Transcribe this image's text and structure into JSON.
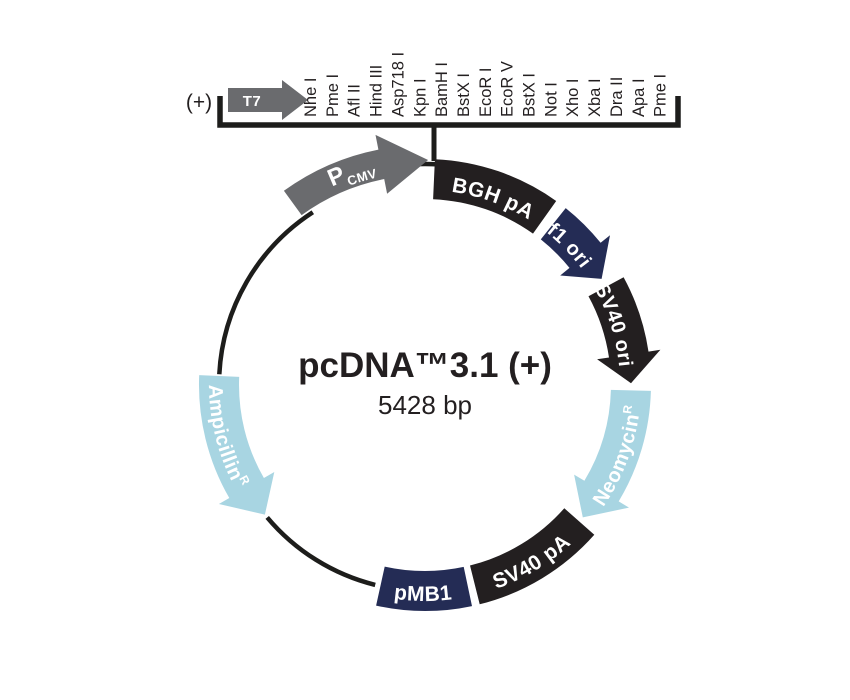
{
  "figure": {
    "title": "pcDNA™3.1 (+)",
    "subtitle": "5428 bp"
  },
  "colors": {
    "black": "#231f20",
    "navy": "#242c55",
    "light_blue": "#a8d5e2",
    "gray": "#6a6b6e",
    "line": "#1d1d1b",
    "white": "#ffffff"
  },
  "mcs": {
    "strand_label": "(+)",
    "promoter_label": "T7",
    "enzymes": [
      "Nhe I",
      "Pme I",
      "Afl II",
      "Hind III",
      "Asp718 I",
      "Kpn I",
      "BamH I",
      "BstX I",
      "EcoR I",
      "EcoR V",
      "BstX I",
      "Not I",
      "Xho I",
      "Xba I",
      "Dra II",
      "Apa I",
      "Pme I"
    ]
  },
  "plasmid": {
    "backbone_arcs": [
      {
        "from_deg": 273,
        "to_deg": 327
      },
      {
        "from_deg": 194,
        "to_deg": 230
      },
      {
        "from_deg": 355.5,
        "to_deg": 363.5,
        "r": 221
      }
    ],
    "segments": [
      {
        "id": "pcmv",
        "label_parts": [
          {
            "t": "P"
          },
          {
            "t": "CMV",
            "sub": true
          }
        ],
        "color_key": "gray",
        "shape": "arrow",
        "direction": "cw",
        "start_deg": 324,
        "end_deg": 360.8,
        "head_deg": 12,
        "flare": 15,
        "r_in": 210,
        "r_out": 240,
        "label": {
          "mid_deg": 341,
          "r": 219,
          "dir": "cw",
          "size": 24
        }
      },
      {
        "id": "bgh-pa",
        "label_parts": [
          {
            "t": "BGH pA"
          }
        ],
        "color_key": "black",
        "shape": "band",
        "direction": "cw",
        "start_deg": 2.5,
        "end_deg": 35.5,
        "label": {
          "mid_deg": 20,
          "r": 195,
          "dir": "cw",
          "size": 21
        }
      },
      {
        "id": "f1-ori",
        "label_parts": [
          {
            "t": "f1 ori"
          }
        ],
        "color_key": "navy",
        "shape": "arrow",
        "direction": "cw",
        "start_deg": 38.5,
        "end_deg": 59,
        "head_deg": 8,
        "flare": 12,
        "label": {
          "mid_deg": 46,
          "r": 195,
          "dir": "cw",
          "size": 20
        }
      },
      {
        "id": "sv40-ori",
        "label_parts": [
          {
            "t": "SV40 ori"
          }
        ],
        "color_key": "black",
        "shape": "arrow",
        "direction": "cw",
        "start_deg": 61.5,
        "end_deg": 89.5,
        "head_deg": 8,
        "flare": 12,
        "label": {
          "mid_deg": 72.5,
          "r": 195,
          "dir": "cw",
          "size": 20
        }
      },
      {
        "id": "neomycin",
        "label_parts": [
          {
            "t": "Neomycin"
          },
          {
            "t": "R",
            "sup": true
          }
        ],
        "color_key": "light_blue",
        "shape": "arrow",
        "direction": "cw",
        "start_deg": 91.5,
        "end_deg": 130,
        "head_deg": 9,
        "flare": 12,
        "label": {
          "mid_deg": 110,
          "r": 216,
          "dir": "ccw",
          "size": 20
        }
      },
      {
        "id": "sv40-pa",
        "label_parts": [
          {
            "t": "SV40 pA"
          }
        ],
        "color_key": "black",
        "shape": "band",
        "direction": "cw",
        "start_deg": 131.5,
        "end_deg": 166,
        "label": {
          "mid_deg": 149,
          "r": 216,
          "dir": "ccw",
          "size": 21
        }
      },
      {
        "id": "pmb1",
        "label_parts": [
          {
            "t": "pMB1"
          }
        ],
        "color_key": "navy",
        "shape": "band",
        "direction": "cw",
        "start_deg": 168,
        "end_deg": 192.5,
        "label": {
          "mid_deg": 180.5,
          "r": 216,
          "dir": "ccw",
          "size": 21
        }
      },
      {
        "id": "ampicillin",
        "label_parts": [
          {
            "t": "Ampicillin"
          },
          {
            "t": "R",
            "sup": true
          }
        ],
        "color_key": "light_blue",
        "shape": "arrow",
        "direction": "ccw",
        "start_deg": 272.5,
        "end_deg": 231,
        "head_deg": 9,
        "flare": 12,
        "label": {
          "mid_deg": 255.5,
          "r": 216,
          "dir": "ccw",
          "size": 20
        }
      }
    ]
  }
}
